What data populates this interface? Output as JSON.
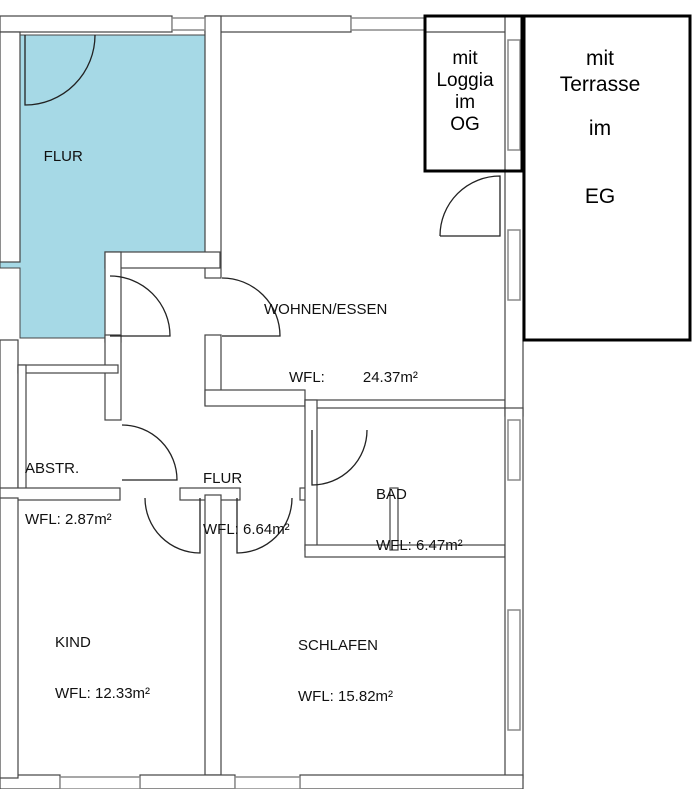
{
  "colors": {
    "wall": "#ffffff",
    "wall_outline": "#444444",
    "hallway_fill": "#a6d9e6",
    "box_border": "#000000",
    "window": "#8a8a8a"
  },
  "rooms": [
    {
      "name": "FLUR",
      "area": ""
    },
    {
      "name": "WOHNEN/ESSEN",
      "area_label": "WFL:",
      "area": "24.37m²"
    },
    {
      "name": "ABSTR.",
      "area": "WFL: 2.87m²"
    },
    {
      "name": "FLUR",
      "area": "WFL: 6.64m²"
    },
    {
      "name": "BAD",
      "area": "WFL: 6.47m²"
    },
    {
      "name": "KIND",
      "area": "WFL: 12.33m²"
    },
    {
      "name": "SCHLAFEN",
      "area": "WFL: 15.82m²"
    }
  ],
  "annotations": {
    "loggia": [
      "mit",
      "Loggia",
      "im",
      "OG"
    ],
    "terrasse": [
      "mit",
      "Terrasse",
      "im",
      "EG"
    ]
  }
}
